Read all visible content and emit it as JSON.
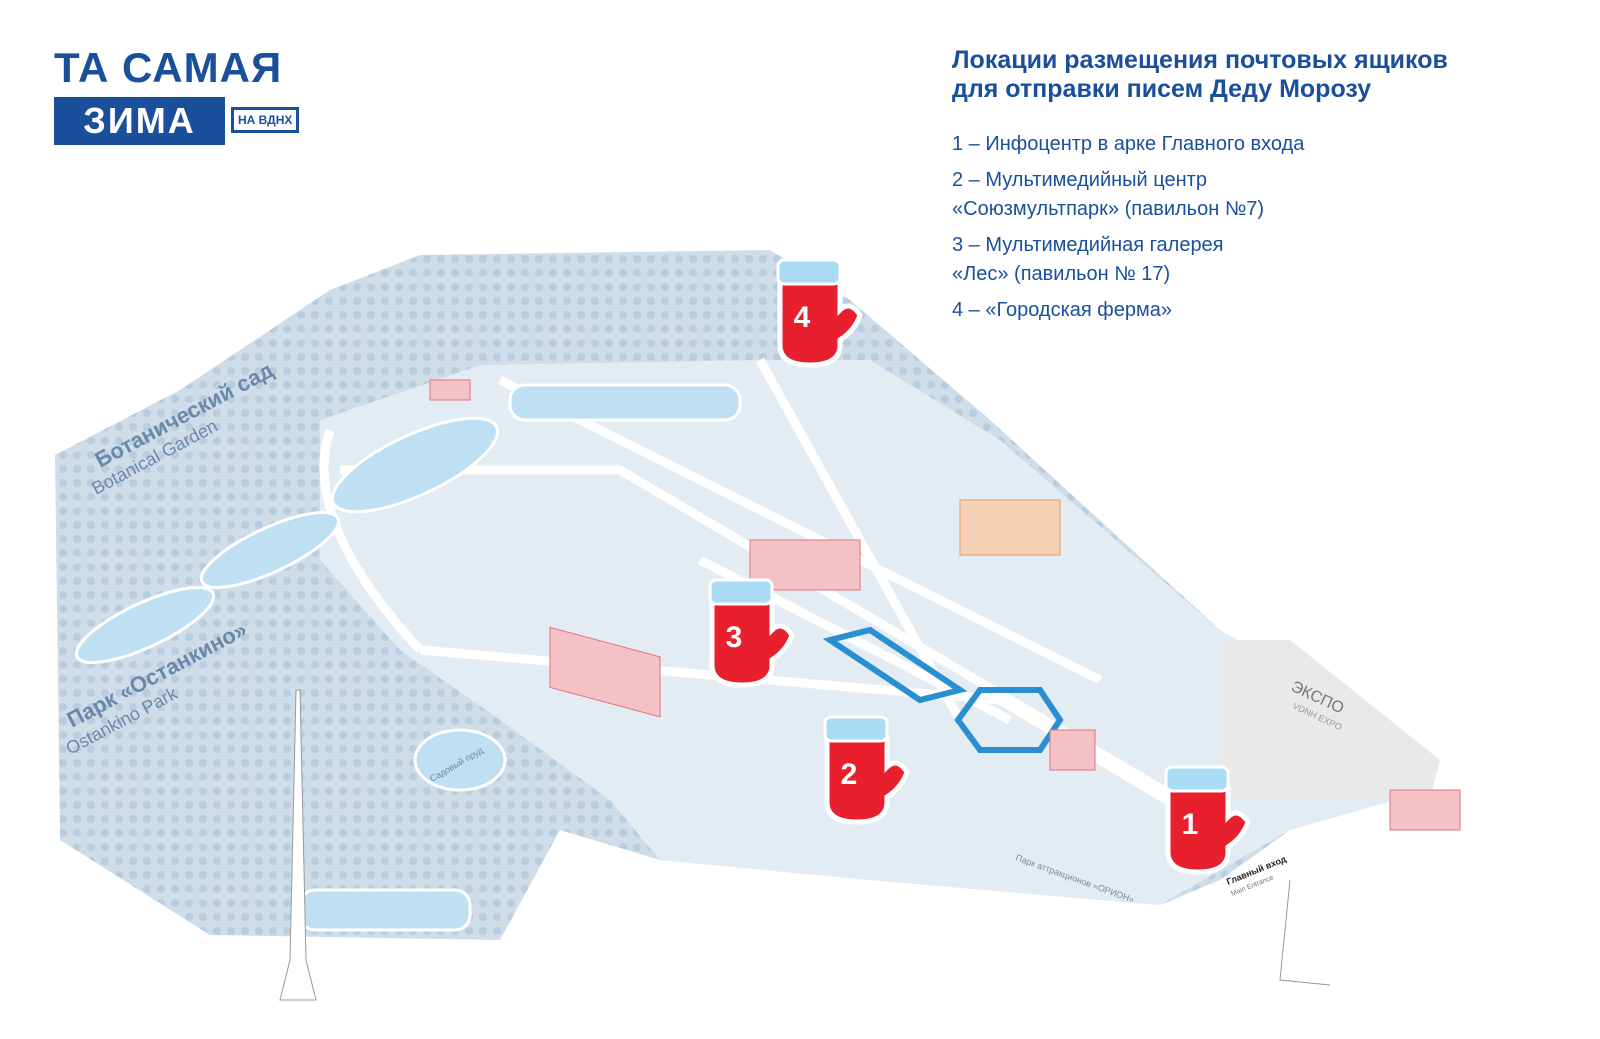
{
  "logo": {
    "line1": "ТА САМАЯ",
    "line2": "ЗИМА",
    "sub": "НА ВДНХ"
  },
  "legend": {
    "title_line1": "Локации размещения почтовых ящиков",
    "title_line2": "для отправки писем Деду Морозу",
    "items": [
      {
        "line1": "1 – Инфоцентр в арке Главного входа",
        "line2": ""
      },
      {
        "line1": "2 – Мультимедийный центр",
        "line2": "«Союзмультпарк» (павильон №7)"
      },
      {
        "line1": "3 – Мультимедийная галерея",
        "line2": "«Лес» (павильон № 17)"
      },
      {
        "line1": "4 – «Городская ферма»",
        "line2": ""
      }
    ]
  },
  "map": {
    "labels": {
      "botanical_ru": "Ботанический сад",
      "botanical_en": "Botanical Garden",
      "ostankino_ru": "Парк «Останкино»",
      "ostankino_en": "Ostankino Park",
      "expo_ru": "ЭКСПО",
      "expo_en": "VDNH EXPO",
      "entrance_ru": "Главный вход",
      "entrance_en": "Main Entrance",
      "orion": "Парк аттракционов «ОРИОН»",
      "pond": "Садовый пруд"
    },
    "markers": [
      {
        "number": "1"
      },
      {
        "number": "2"
      },
      {
        "number": "3"
      },
      {
        "number": "4"
      }
    ]
  },
  "colors": {
    "brand": "#1a4f9c",
    "marker": "#e8202e",
    "park": "#cfdde9",
    "ground": "#e3ebf3"
  }
}
